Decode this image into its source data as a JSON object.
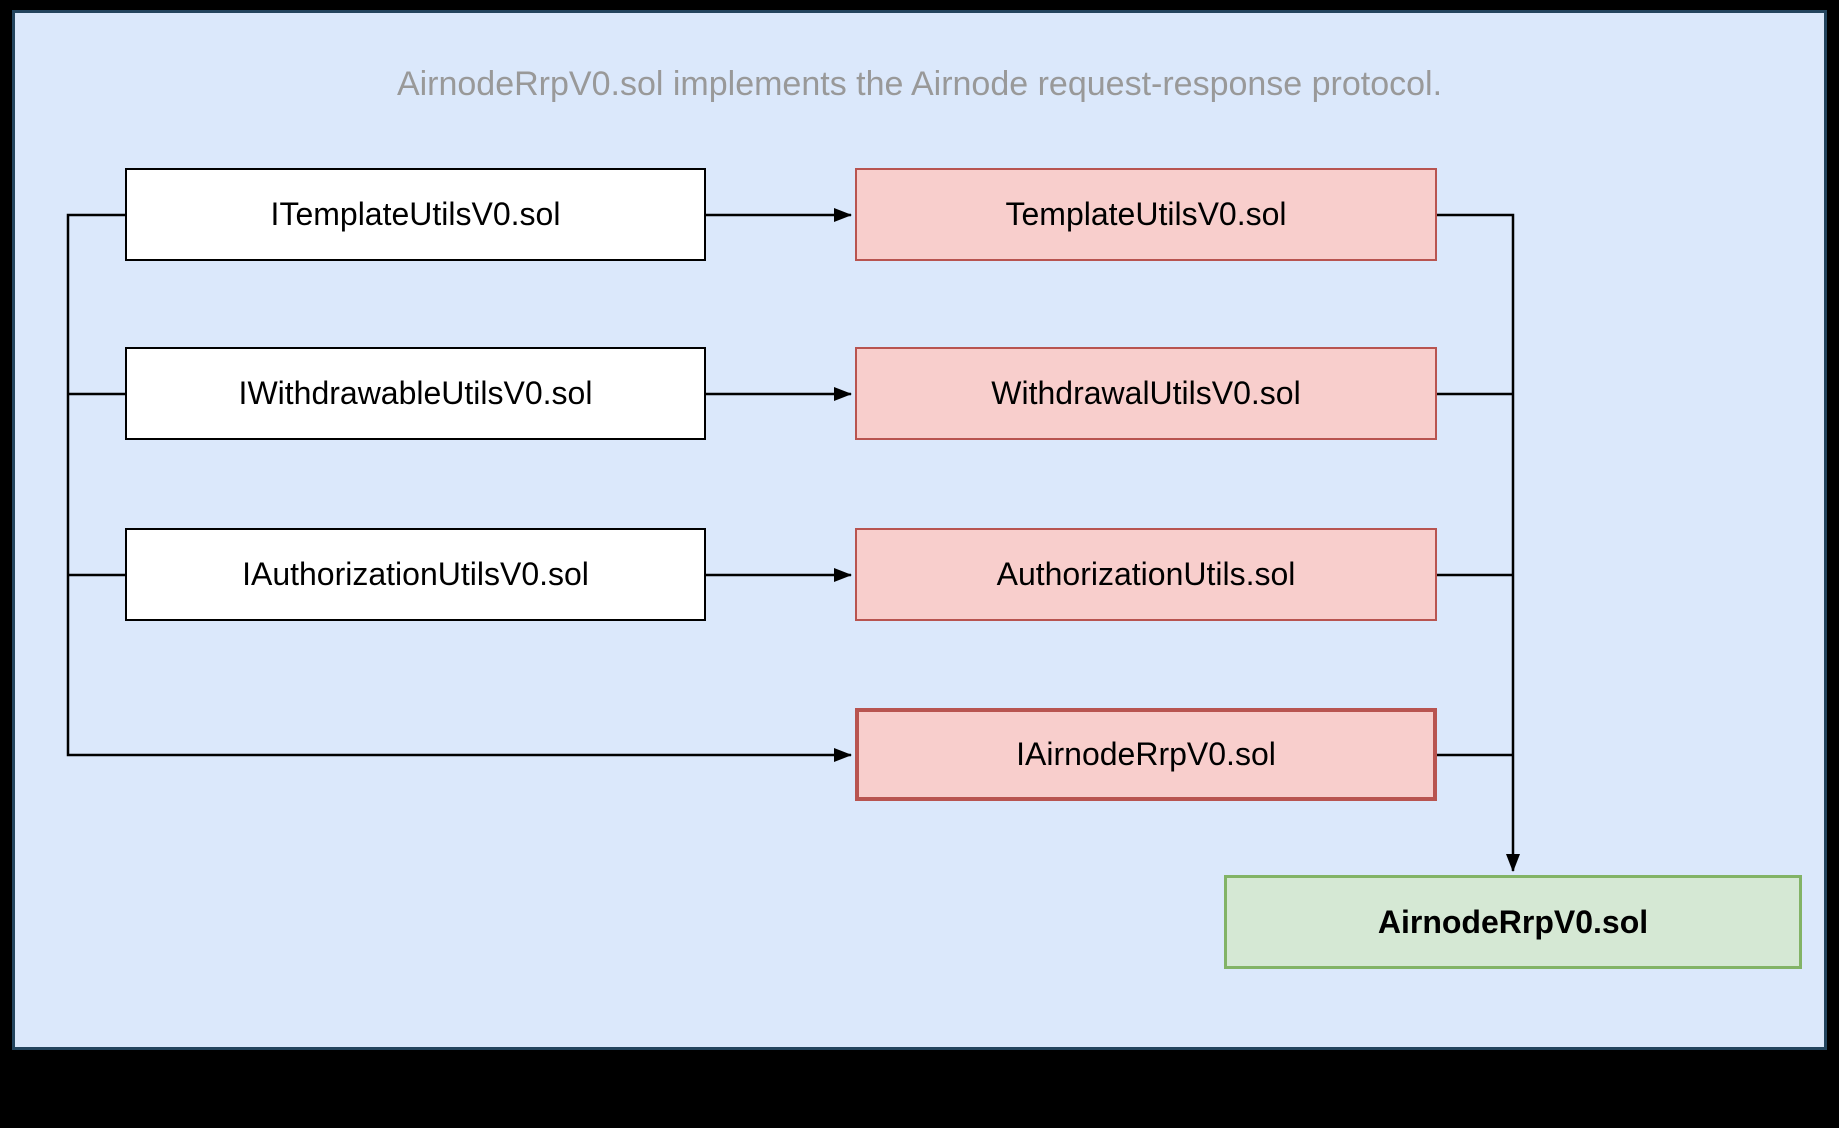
{
  "title": "AirnodeRrpV0.sol implements the Airnode request-response protocol.",
  "colors": {
    "canvas_black": "#000000",
    "panel_bg": "#dbe8fb",
    "panel_border": "#23445d",
    "title_color": "#999999",
    "white_box_bg": "#ffffff",
    "white_box_border": "#000000",
    "pink_box_bg": "#f8cecc",
    "pink_box_border": "#b85450",
    "green_box_bg": "#d5e8d4",
    "green_box_border": "#82b366",
    "line": "#000000"
  },
  "nodes": {
    "interfaces": [
      {
        "label": "ITemplateUtilsV0.sol"
      },
      {
        "label": "IWithdrawableUtilsV0.sol"
      },
      {
        "label": "IAuthorizationUtilsV0.sol"
      }
    ],
    "implementations": [
      {
        "label": "TemplateUtilsV0.sol"
      },
      {
        "label": "WithdrawalUtilsV0.sol"
      },
      {
        "label": "AuthorizationUtils.sol"
      }
    ],
    "main_interface": {
      "label": "IAirnodeRrpV0.sol"
    },
    "main_contract": {
      "label": "AirnodeRrpV0.sol"
    }
  }
}
